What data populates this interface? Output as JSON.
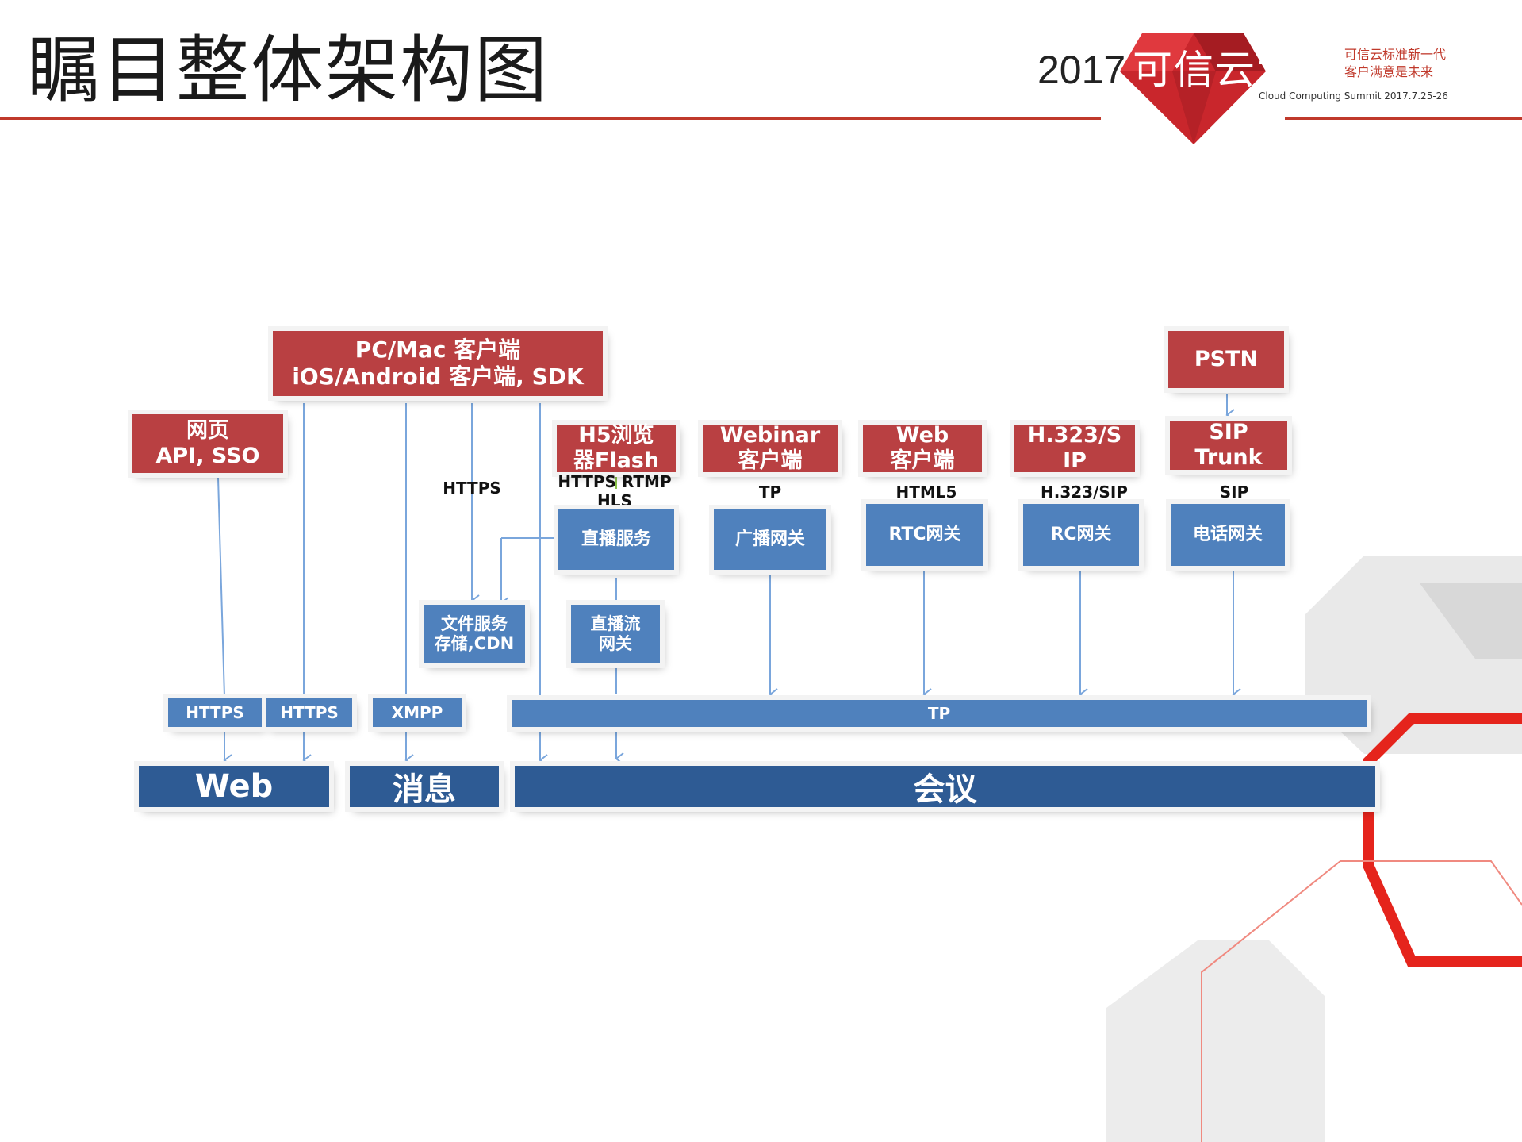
{
  "title": "瞩目整体架构图",
  "logo": {
    "year": "2017",
    "name": "可信云大会",
    "slogan_line1": "可信云标准新一代",
    "slogan_line2": "客户满意是未来",
    "english": "Cloud Computing Summit 2017.7.25-26"
  },
  "colors": {
    "accent_red": "#b94042",
    "box_blue": "#4f81bd",
    "box_dark_blue": "#2e5b94",
    "rule_red": "#c0392b",
    "arrow_blue": "#7aa6dc"
  },
  "clients": {
    "pc_mac": "PC/Mac 客户端\niOS/Android 客户端, SDK",
    "web_api": "网页\nAPI, SSO",
    "h5": "H5浏览\n器Flash",
    "webinar": "Webinar\n客户端",
    "web_client": "Web\n客户端",
    "h323": "H.323/S\nIP",
    "pstn": "PSTN",
    "sip_trunk": "SIP\nTrunk"
  },
  "labels": {
    "https_mid": "HTTPS",
    "https_rtmp": "HTTPS RTMP\nHLS",
    "tp": "TP",
    "html5": "HTML5",
    "h323_sip": "H.323/SIP",
    "sip": "SIP"
  },
  "services": {
    "live": "直播服务",
    "broadcast_gw": "广播网关",
    "rtc_gw": "RTC网关",
    "rc_gw": "RC网关",
    "phone_gw": "电话网关",
    "file_cdn": "文件服务\n存储,CDN",
    "live_stream_gw": "直播流\n网关"
  },
  "protocols": {
    "https1": "HTTPS",
    "https2": "HTTPS",
    "xmpp": "XMPP",
    "tp": "TP"
  },
  "backends": {
    "web": "Web",
    "msg": "消息",
    "meeting": "会议"
  }
}
